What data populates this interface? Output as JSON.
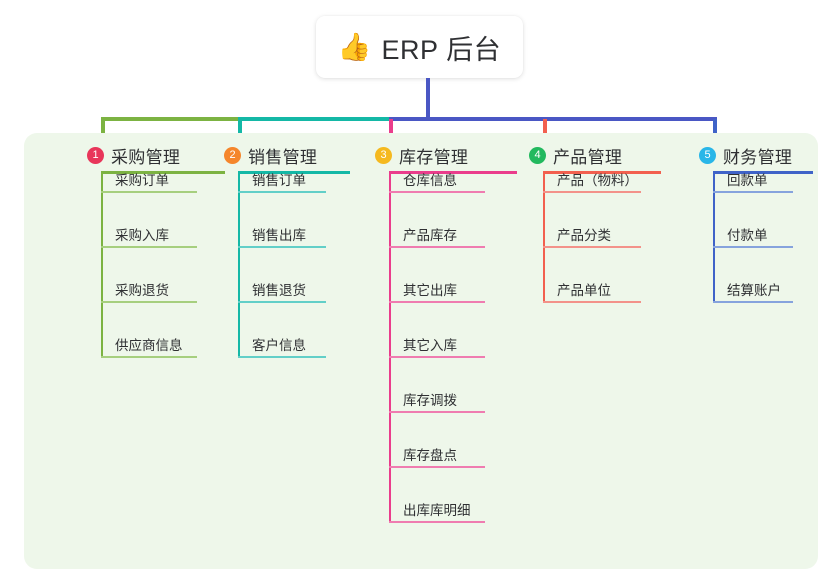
{
  "diagram": {
    "type": "mindmap-tree",
    "title": {
      "icon": "thumbs-up-emoji",
      "emoji": "👍",
      "text": "ERP 后台"
    },
    "panel_background": "#eef7ea",
    "trunk_color": "#4a57c4",
    "branches": [
      {
        "number": "1",
        "label": "采购管理",
        "badge_color": "#e8365a",
        "line_color": "#7cb342",
        "item_line_color": "#a6cf7e",
        "items": [
          "采购订单",
          "采购入库",
          "采购退货",
          "供应商信息"
        ]
      },
      {
        "number": "2",
        "label": "销售管理",
        "badge_color": "#f5862b",
        "line_color": "#14b8a6",
        "item_line_color": "#62cfc8",
        "items": [
          "销售订单",
          "销售出库",
          "销售退货",
          "客户信息"
        ]
      },
      {
        "number": "3",
        "label": "库存管理",
        "badge_color": "#f5b91f",
        "line_color": "#ea3d8c",
        "item_line_color": "#ef7cb0",
        "items": [
          "仓库信息",
          "产品库存",
          "其它出库",
          "其它入库",
          "库存调拨",
          "库存盘点",
          "出库库明细"
        ]
      },
      {
        "number": "4",
        "label": "产品管理",
        "badge_color": "#22b95e",
        "line_color": "#f2604f",
        "item_line_color": "#f3928a",
        "items": [
          "产品（物料）",
          "产品分类",
          "产品单位"
        ]
      },
      {
        "number": "5",
        "label": "财务管理",
        "badge_color": "#29b6e8",
        "line_color": "#3f63c8",
        "item_line_color": "#86a3dd",
        "items": [
          "回款单",
          "付款单",
          "结算账户"
        ]
      }
    ],
    "connector_segments": [
      {
        "name": "green-segment",
        "color": "#7cb342"
      },
      {
        "name": "teal-segment",
        "color": "#14b8a6"
      },
      {
        "name": "blue-segment",
        "color": "#4a57c4"
      }
    ]
  }
}
